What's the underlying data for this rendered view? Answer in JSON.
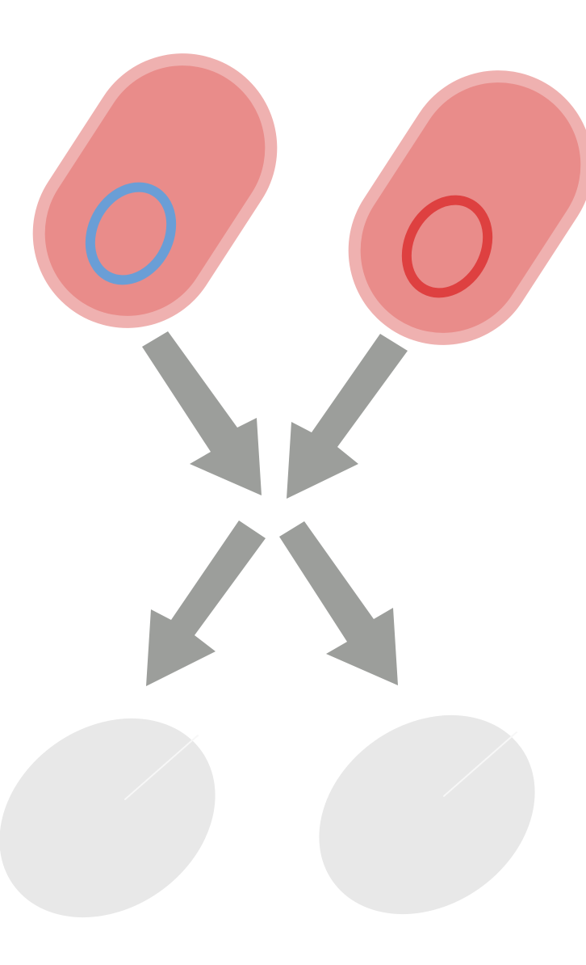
{
  "diagram": {
    "cells": [
      {
        "name": "left-cell",
        "plasmid": "blue-ring"
      },
      {
        "name": "right-cell",
        "plasmid": "red-ring"
      }
    ],
    "arrows": [
      "down-right",
      "down-left",
      "down-left",
      "down-right"
    ],
    "offspring": [
      {
        "name": "left-offspring",
        "state": "empty"
      },
      {
        "name": "right-offspring",
        "state": "empty"
      }
    ],
    "colors": {
      "cell_outer": "#efb1b0",
      "cell_inner": "#e98c8a",
      "plasmid_blue": "#6a9ed6",
      "plasmid_red": "#de4040",
      "arrow": "#9c9e9b",
      "offspring_fill": "#e8e8e8"
    }
  }
}
